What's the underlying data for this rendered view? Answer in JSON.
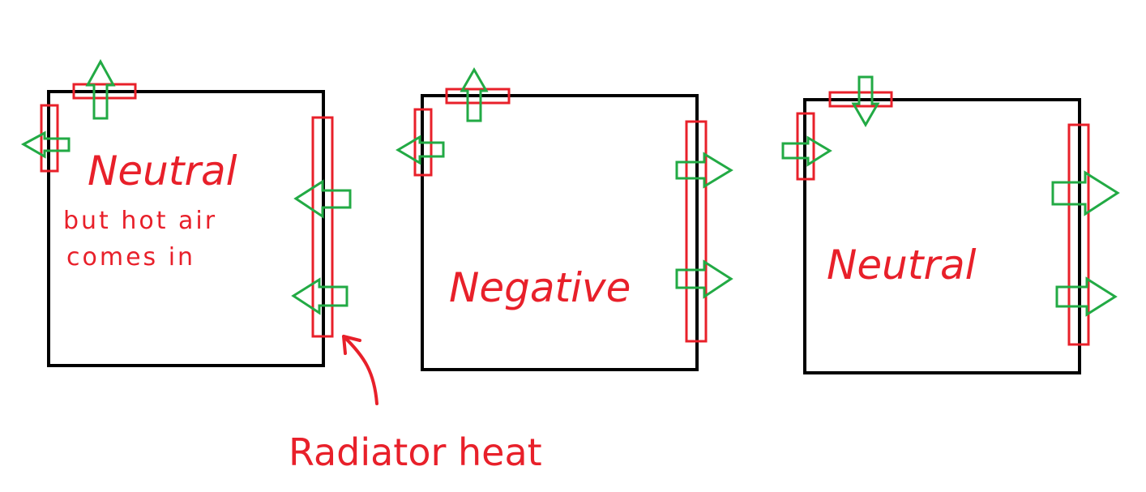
{
  "colors": {
    "case_outline": "#000000",
    "fan": "#e8202a",
    "airflow_arrow": "#22aa44",
    "text": "#e8202a"
  },
  "diagrams": [
    {
      "label_lines": [
        "Neutral",
        "but hot air",
        "comes in"
      ]
    },
    {
      "label_lines": [
        "Negative"
      ]
    },
    {
      "label_lines": [
        "Neutral"
      ]
    }
  ],
  "annotation": {
    "text": "Radiator heat"
  }
}
